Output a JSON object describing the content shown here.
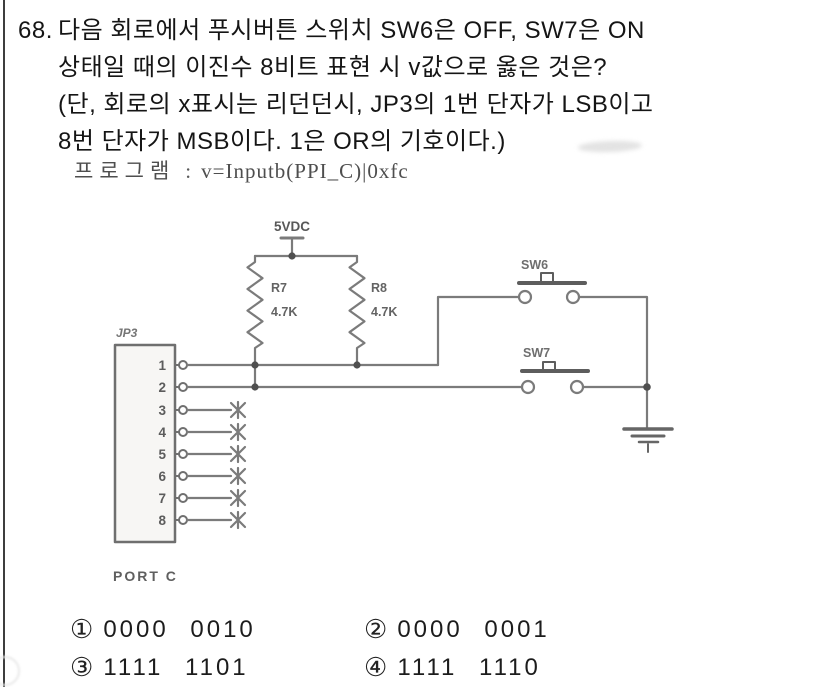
{
  "question": {
    "number": "68.",
    "lines": [
      "다음 회로에서 푸시버튼 스위치 SW6은 OFF, SW7은 ON",
      "상태일 때의 이진수 8비트 표현 시 v값으로 옳은 것은?",
      "(단, 회로의 x표시는 리던던시, JP3의 1번 단자가 LSB이고",
      "8번 단자가 MSB이다. 1은 OR의 기호이다.)"
    ]
  },
  "program": {
    "label": "프로그램",
    "separator": ":",
    "code": "v=Inputb(PPI_C)|0xfc"
  },
  "circuit": {
    "power_label": "5VDC",
    "resistors": [
      {
        "name": "R7",
        "value": "4.7K"
      },
      {
        "name": "R8",
        "value": "4.7K"
      }
    ],
    "switches": [
      {
        "name": "SW6"
      },
      {
        "name": "SW7"
      }
    ],
    "connector": {
      "name": "JP3",
      "port_label": "PORT C",
      "pins": [
        "1",
        "2",
        "3",
        "4",
        "5",
        "6",
        "7",
        "8"
      ]
    }
  },
  "options": [
    {
      "marker": "①",
      "value": "0000 0010"
    },
    {
      "marker": "②",
      "value": "0000 0001"
    },
    {
      "marker": "③",
      "value": "1111 1101"
    },
    {
      "marker": "④",
      "value": "1111 1110"
    }
  ],
  "colors": {
    "page_bg": "#ffffff",
    "ink": "#1b1b1b",
    "border_line": "#3d3d3d",
    "circuit_line": "#7b7b7b",
    "circuit_text": "#636363"
  }
}
